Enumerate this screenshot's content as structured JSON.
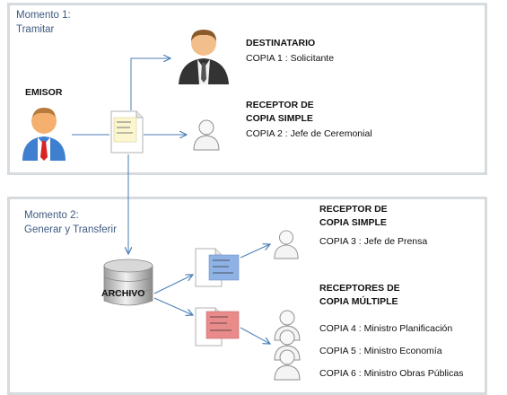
{
  "moment1": {
    "title": "Momento 1:",
    "subtitle": "Tramitar"
  },
  "moment2": {
    "title": "Momento 2:",
    "subtitle": "Generar y Transferir"
  },
  "emisor": "EMISOR",
  "archivo": "ARCHIVO",
  "destinatario": {
    "title": "DESTINATARIO",
    "copy": "COPIA 1 : Solicitante"
  },
  "receptor1": {
    "title1": "RECEPTOR DE",
    "title2": "COPIA SIMPLE",
    "copy": "COPIA 2 : Jefe de Ceremonial"
  },
  "receptor2": {
    "title1": "RECEPTOR DE",
    "title2": "COPIA SIMPLE",
    "copy": "COPIA 3 : Jefe de Prensa"
  },
  "receptores": {
    "title1": "RECEPTORES DE",
    "title2": "COPIA MÚLTIPLE",
    "copies": [
      "COPIA 4 : Ministro Planificación",
      "COPIA 5 : Ministro Economía",
      "COPIA 6 : Ministro Obras Públicas"
    ]
  },
  "colors": {
    "arrow": "#4a7eb5",
    "panel_border": "#d5dbdf",
    "note_blue": "#8fb2e6",
    "note_red": "#e98b8b",
    "moment_text": "#3d5a80"
  }
}
